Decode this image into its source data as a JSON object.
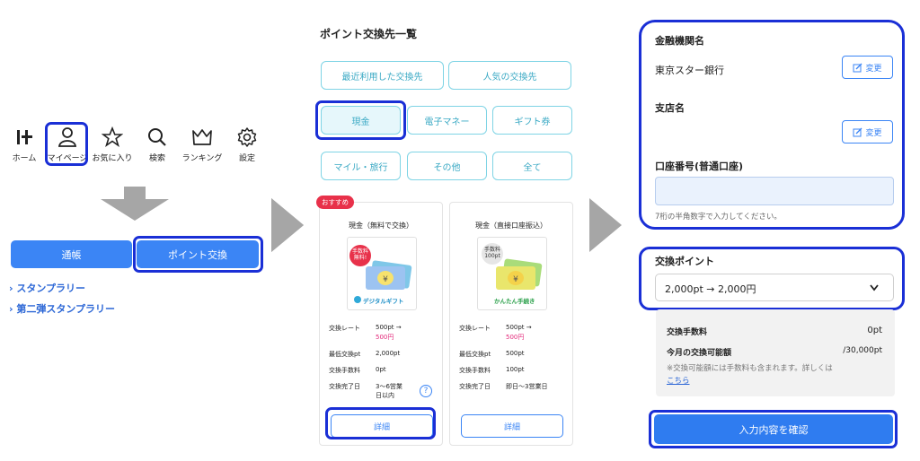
{
  "panel1": {
    "nav": [
      {
        "label": "ホーム",
        "icon": "home-icon"
      },
      {
        "label": "マイページ",
        "icon": "person-icon"
      },
      {
        "label": "お気に入り",
        "icon": "star-icon"
      },
      {
        "label": "検索",
        "icon": "search-icon"
      },
      {
        "label": "ランキング",
        "icon": "crown-icon"
      },
      {
        "label": "設定",
        "icon": "gear-icon"
      }
    ],
    "tabs": {
      "passbook": "通帳",
      "point_exchange": "ポイント交換"
    },
    "links": [
      "› スタンプラリー",
      "› 第二弾スタンプラリー"
    ]
  },
  "panel2": {
    "title": "ポイント交換先一覧",
    "categories": [
      "最近利用した交換先",
      "人気の交換先",
      "現金",
      "電子マネー",
      "ギフト券",
      "マイル・旅行",
      "その他",
      "全て"
    ],
    "active_category": "現金",
    "cards": [
      {
        "badge": "おすすめ",
        "title": "現金（無料で交換）",
        "image_tag": "手数料 無料!",
        "brand": "デジタルギフト",
        "rows": [
          {
            "k": "交換レート",
            "v1": "500pt →",
            "v2": "500円"
          },
          {
            "k": "最低交換pt",
            "v1": "2,000pt"
          },
          {
            "k": "交換手数料",
            "v1": "0pt"
          },
          {
            "k": "交換完了日",
            "v1": "3〜6営業",
            "v2": "日以内"
          }
        ],
        "help": "?",
        "detail": "詳細"
      },
      {
        "title": "現金（直接口座振込）",
        "image_tag": "手数料 100pt",
        "brand": "かんたん手続き",
        "rows": [
          {
            "k": "交換レート",
            "v1": "500pt →",
            "v2": "500円"
          },
          {
            "k": "最低交換pt",
            "v1": "500pt"
          },
          {
            "k": "交換手数料",
            "v1": "100pt"
          },
          {
            "k": "交換完了日",
            "v1": "即日〜3営業日"
          }
        ],
        "detail": "詳細"
      }
    ]
  },
  "panel3": {
    "bank_label": "金融機関名",
    "bank_value": "東京スター銀行",
    "change": "変更",
    "branch_label": "支店名",
    "account_label": "口座番号(普通口座)",
    "account_value": "",
    "account_hint": "7桁の半角数字で入力してください。",
    "points_label": "交換ポイント",
    "points_value": "2,000pt → 2,000円",
    "fee_label": "交換手数料",
    "fee_value": "0pt",
    "limit_label": "今月の交換可能額",
    "limit_value": "/30,000pt",
    "note": "※交換可能額には手数料も含まれます。詳しくは",
    "note_link": "こちら",
    "confirm": "入力内容を確認"
  },
  "colors": {
    "accent": "#3b85f5",
    "highlight": "#1a2fd6",
    "teal": "#3aa9c4",
    "pink": "#e3287a"
  }
}
